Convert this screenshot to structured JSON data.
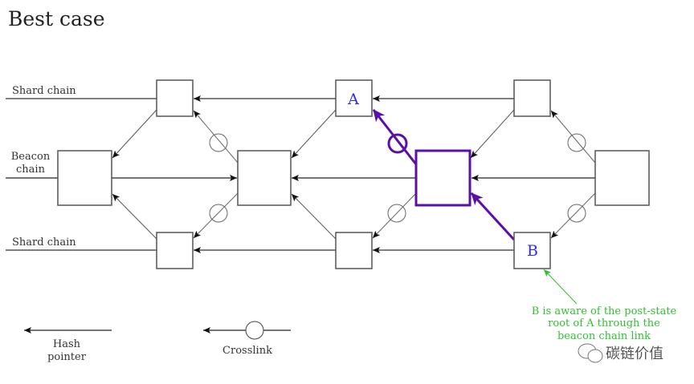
{
  "title": "Best case",
  "labels": {
    "shard_top": "Shard chain",
    "beacon_line1": "Beacon",
    "beacon_line2": "chain",
    "shard_bottom": "Shard chain"
  },
  "nodes": {
    "A": "A",
    "B": "B"
  },
  "annotation": {
    "line1": "B is aware of the post-state",
    "line2": "root of A through the",
    "line3": "beacon chain link"
  },
  "legend": {
    "hash_pointer_line1": "Hash",
    "hash_pointer_line2": "pointer",
    "crosslink": "Crosslink"
  },
  "watermark": "碳链价值",
  "colors": {
    "highlight": "#5a0fa8",
    "node_label": "#2b2bff",
    "annotation": "#33c033",
    "line": "#222222",
    "crosslink_line": "#666666"
  }
}
